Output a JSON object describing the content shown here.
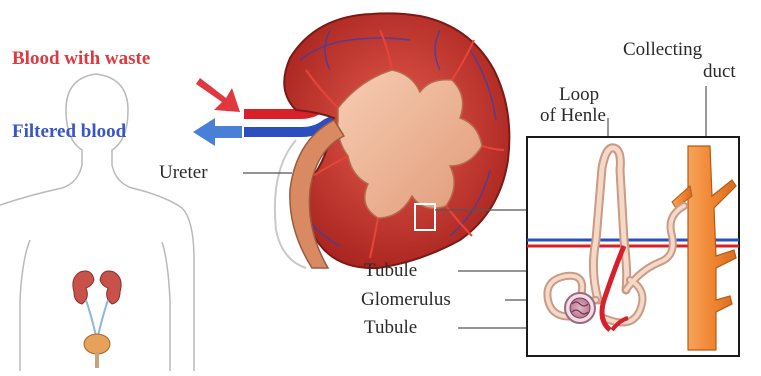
{
  "labels": {
    "blood_with_waste": "Blood with waste",
    "filtered_blood": "Filtered blood",
    "ureter": "Ureter",
    "loop_of_henle_line1": "Loop",
    "loop_of_henle_line2": "of Henle",
    "collecting_duct_line1": "Collecting",
    "collecting_duct_line2": "duct",
    "tubule_upper": "Tubule",
    "glomerulus": "Glomerulus",
    "tubule_lower": "Tubule"
  },
  "colors": {
    "red_label": "#e0383f",
    "blue_label": "#3a55c8",
    "kidney_cortex": "#c0392b",
    "renal_pelvis": "#f0b89a",
    "ureter": "#d98a63",
    "collecting_duct": "#f08a3a",
    "artery": "#d8202a",
    "vein": "#2b4fbf"
  }
}
